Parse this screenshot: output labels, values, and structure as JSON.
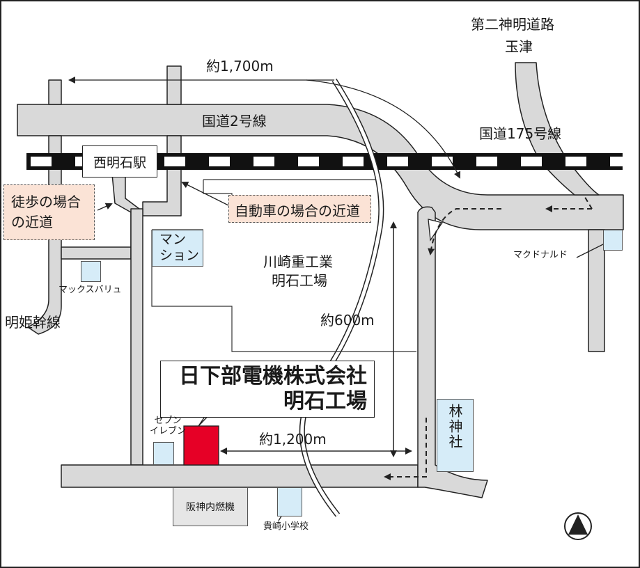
{
  "map": {
    "colors": {
      "road": "#d9d9d9",
      "road_edge": "#222222",
      "rail_dark": "#111111",
      "rail_light": "#ffffff",
      "building_blue": "#d6ecf8",
      "note_fill": "#fbe3d6",
      "factory_red": "#e60026"
    },
    "labels": {
      "highway_2nd": "第二神明道路",
      "tamatsu": "玉津",
      "distance_1700": "約1,700m",
      "route2": "国道2号線",
      "route175": "国道175号線",
      "station": "西明石駅",
      "walk_line1": "徒歩の場合",
      "walk_line2": "の近道",
      "car_route": "自動車の場合の近道",
      "mansion_line1": "マン",
      "mansion_line2": "ション",
      "kawasaki_line1": "川崎重工業",
      "kawasaki_line2": "明石工場",
      "mcdonalds": "マクドナルド",
      "max_valu": "マックスバリュ",
      "meihime": "明姫幹線",
      "distance_600": "約600m",
      "company_line1": "日下部電機株式会社",
      "company_line2": "明石工場",
      "seven_line1": "セブン",
      "seven_line2": "イレブン",
      "distance_1200": "約1,200m",
      "shrine": "林神社",
      "hanshin": "阪神内燃機",
      "kisaki_school": "貴崎小学校"
    },
    "icons": {
      "north_marker": "north-arrow-icon"
    }
  }
}
